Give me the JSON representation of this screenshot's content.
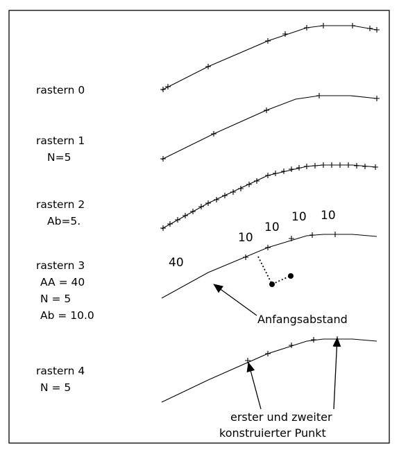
{
  "panels": [
    {
      "id": "rastern-0",
      "lines": [
        "rastern 0"
      ]
    },
    {
      "id": "rastern-1",
      "lines": [
        "rastern 1",
        "N=5"
      ]
    },
    {
      "id": "rastern-2",
      "lines": [
        "rastern 2",
        "Ab=5."
      ]
    },
    {
      "id": "rastern-3",
      "lines": [
        "rastern 3",
        "AA = 40",
        "N  = 5",
        "Ab = 10.0"
      ]
    },
    {
      "id": "rastern-4",
      "lines": [
        "rastern 4",
        "N  = 5"
      ]
    }
  ],
  "spacing_labels": {
    "initial": "40",
    "steps": [
      "10",
      "10",
      "10",
      "10"
    ]
  },
  "annotations": {
    "start_distance": "Anfangsabstand",
    "first_second_line1": "erster und zweiter",
    "first_second_line2": "konstruierter Punkt"
  }
}
